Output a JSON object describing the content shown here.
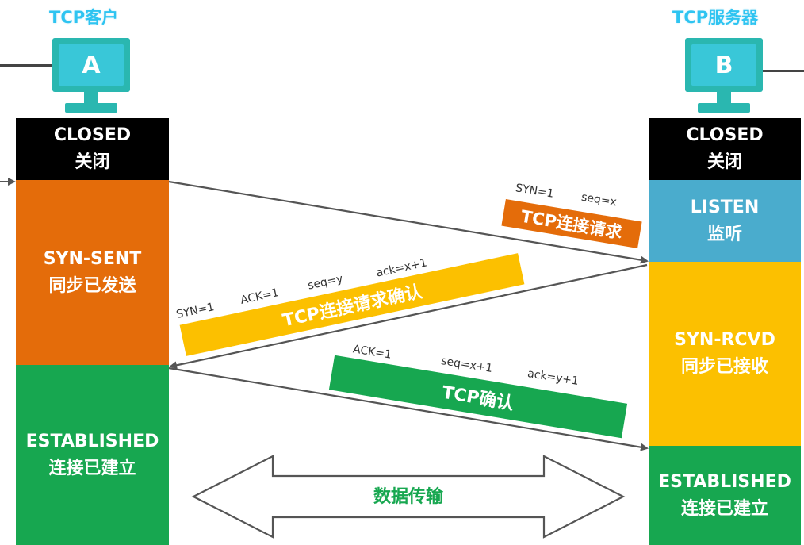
{
  "client": {
    "title": "TCP客户",
    "letter": "A"
  },
  "server": {
    "title": "TCP服务器",
    "letter": "B"
  },
  "client_states": [
    {
      "en": "CLOSED",
      "zh": "关闭",
      "color": "#000000"
    },
    {
      "en": "SYN-SENT",
      "zh": "同步已发送",
      "color": "#e46c0a"
    },
    {
      "en": "ESTABLISHED",
      "zh": "连接已建立",
      "color": "#17a750"
    }
  ],
  "server_states": [
    {
      "en": "CLOSED",
      "zh": "关闭",
      "color": "#000000"
    },
    {
      "en": "LISTEN",
      "zh": "监听",
      "color": "#4aaccd"
    },
    {
      "en": "SYN-RCVD",
      "zh": "同步已接收",
      "color": "#fcc000"
    },
    {
      "en": "ESTABLISHED",
      "zh": "连接已建立",
      "color": "#17a750"
    }
  ],
  "segments": {
    "syn": {
      "banner": "TCP连接请求",
      "fields": [
        "SYN=1",
        "seq=x"
      ],
      "color": "#e46c0a"
    },
    "syn_ack": {
      "banner": "TCP连接请求确认",
      "fields": [
        "SYN=1",
        "ACK=1",
        "seq=y",
        "ack=x+1"
      ],
      "color": "#fcc000"
    },
    "ack": {
      "banner": "TCP确认",
      "fields": [
        "ACK=1",
        "seq=x+1",
        "ack=y+1"
      ],
      "color": "#17a750"
    }
  },
  "data_transfer": {
    "label": "数据传输",
    "color": "#17a750"
  },
  "colors": {
    "monitor": "#2ab7b0",
    "monitor_screen": "#39c7d8",
    "arrow": "#555555"
  }
}
